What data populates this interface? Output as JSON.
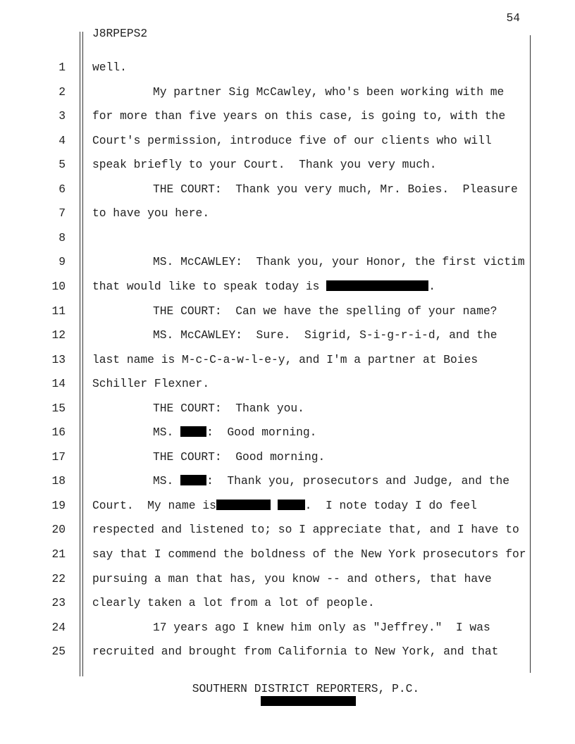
{
  "page_number": "54",
  "case_id": "J8RPEPS2",
  "lines": [
    {
      "num": "1",
      "text": "well."
    },
    {
      "num": "2",
      "text": "My partner Sig McCawley, who's been working with me"
    },
    {
      "num": "3",
      "text": "for more than five years on this case, is going to, with the"
    },
    {
      "num": "4",
      "text": "Court's permission, introduce five of our clients who will"
    },
    {
      "num": "5",
      "text": "speak briefly to your Court.  Thank you very much."
    },
    {
      "num": "6",
      "text": "THE COURT:  Thank you very much, Mr. Boies.  Pleasure"
    },
    {
      "num": "7",
      "text": "to have you here."
    },
    {
      "num": "8",
      "text": ""
    },
    {
      "num": "9",
      "text": "MS. McCAWLEY:  Thank you, your Honor, the first victim"
    },
    {
      "num": "10",
      "before": "that would like to speak today is ",
      "after": "."
    },
    {
      "num": "11",
      "text": "THE COURT:  Can we have the spelling of your name?"
    },
    {
      "num": "12",
      "text": "MS. McCAWLEY:  Sure.  Sigrid, S-i-g-r-i-d, and the"
    },
    {
      "num": "13",
      "text": "last name is M-c-C-a-w-l-e-y, and I'm a partner at Boies"
    },
    {
      "num": "14",
      "text": "Schiller Flexner."
    },
    {
      "num": "15",
      "text": "THE COURT:  Thank you."
    },
    {
      "num": "16",
      "before": "MS. ",
      "after": ":  Good morning."
    },
    {
      "num": "17",
      "text": "THE COURT:  Good morning."
    },
    {
      "num": "18",
      "before": "MS. ",
      "after": ":  Thank you, prosecutors and Judge, and the"
    },
    {
      "num": "19",
      "before": "Court.  My name is",
      "after": ".  I note today I do feel"
    },
    {
      "num": "20",
      "text": "respected and listened to; so I appreciate that, and I have to"
    },
    {
      "num": "21",
      "text": "say that I commend the boldness of the New York prosecutors for"
    },
    {
      "num": "22",
      "text": "pursuing a man that has, you know -- and others, that have"
    },
    {
      "num": "23",
      "text": "clearly taken a lot from a lot of people."
    },
    {
      "num": "24",
      "text": "17 years ago I knew him only as \"Jeffrey.\"  I was"
    },
    {
      "num": "25",
      "text": "recruited and brought from California to New York, and that"
    }
  ],
  "footer": "SOUTHERN DISTRICT REPORTERS, P.C."
}
